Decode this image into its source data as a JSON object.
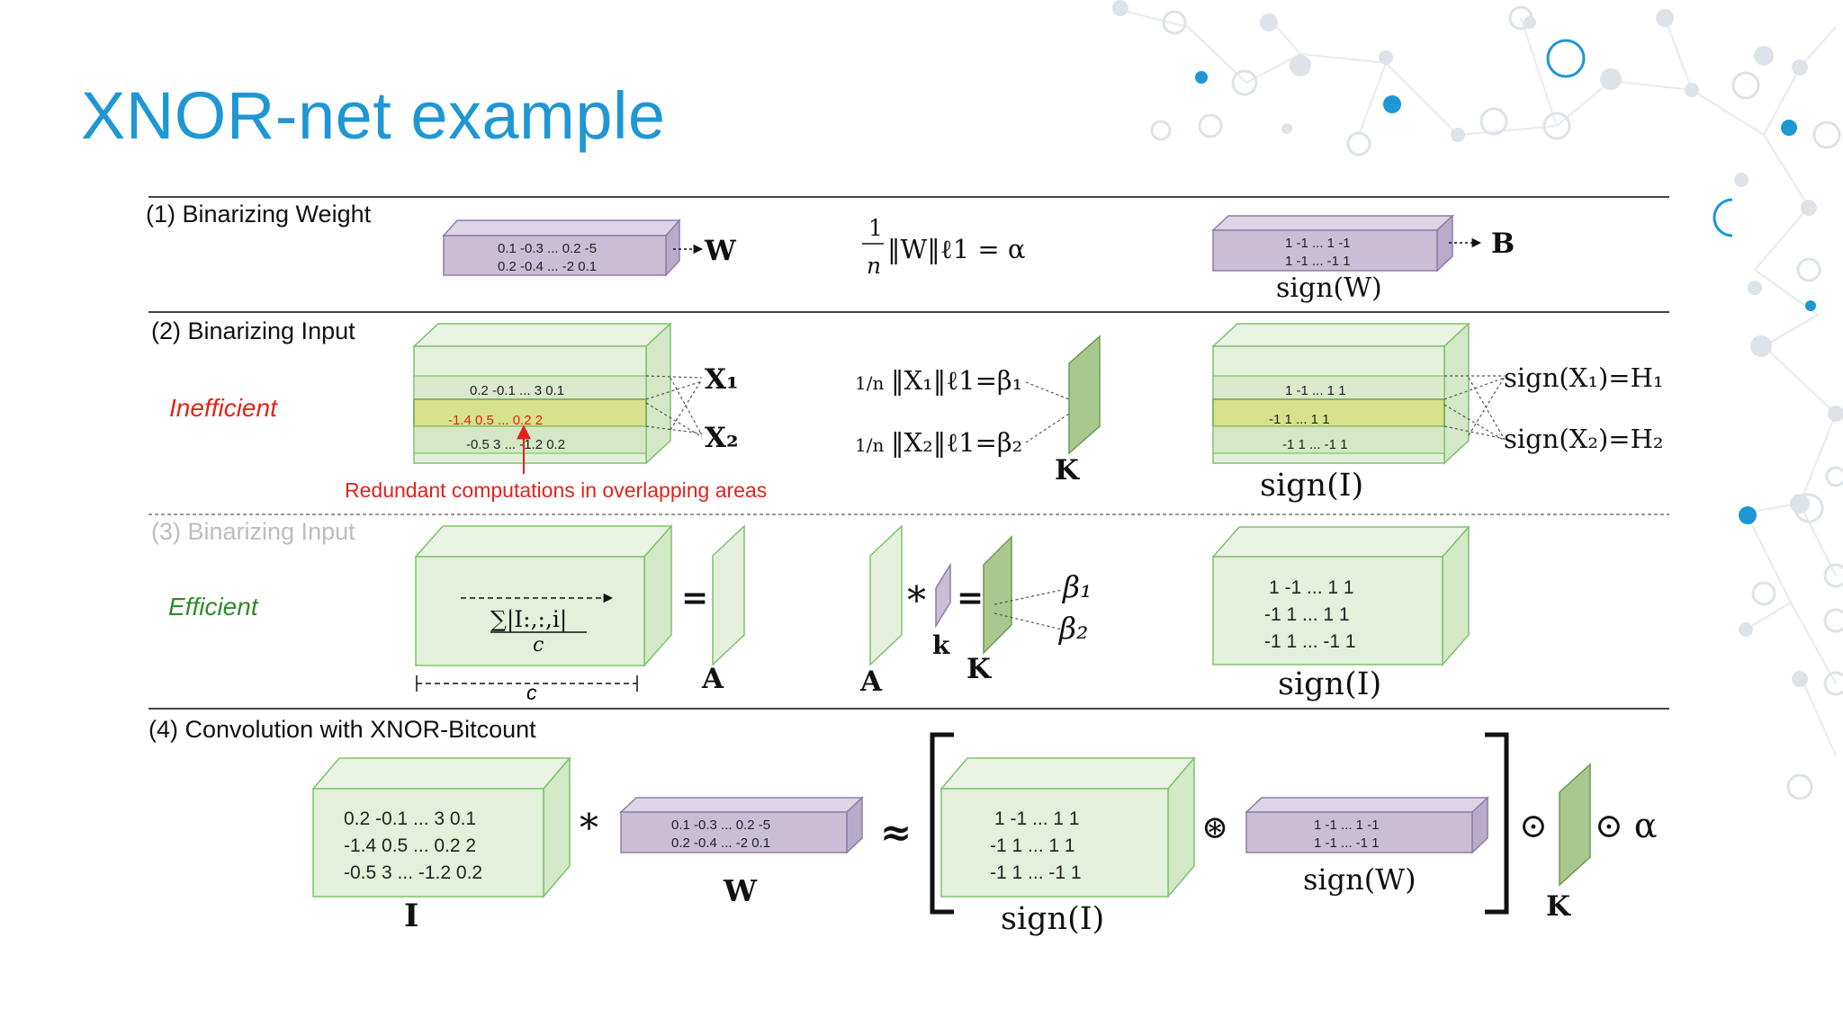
{
  "slide": {
    "title": "XNOR-net example"
  },
  "colors": {
    "title": "#1e97d4",
    "weight_fill": "#c9bed6",
    "input_fill": "#e3f0da",
    "input_edge": "#7cc36b",
    "highlight": "#d8e28a",
    "red": "#e2231a",
    "green": "#3a8d2e"
  },
  "sections": {
    "s1": {
      "label": "(1)  Binarizing Weight",
      "w_row1": "0.1  -0.3  ...  0.2  -5",
      "w_row2": "0.2  -0.4  ...  -2   0.1",
      "w_name": "W",
      "b_row1": "1  -1  ...  1  -1",
      "b_row2": "1  -1  ...  -1  1",
      "b_caption": "sign(W)",
      "b_name": "B",
      "alpha_num": "1",
      "alpha_den": "n",
      "alpha_expr": "‖W‖ℓ1 = α"
    },
    "s2": {
      "label": "(2) Binarizing Input",
      "side": "Inefficient",
      "row1": "0.2  -0.1  ...  3  0.1",
      "row2": "-1.4  0.5  ...  0.2  2",
      "row3": "-0.5  3  ...  -1.2  0.2",
      "x1": "X₁",
      "x2": "X₂",
      "beta1": "‖X₁‖ℓ1=β₁",
      "beta2": "‖X₂‖ℓ1=β₂",
      "k_name": "K",
      "frac": "1/n",
      "s_row1": "1  -1  ...  1  1",
      "s_row2": "-1  1  ...  1  1",
      "s_row3": "-1  1  ...  -1  1",
      "s_caption": "sign(I)",
      "h1": "sign(X₁)=H₁",
      "h2": "sign(X₂)=H₂",
      "note": "Redundant computations in overlapping areas"
    },
    "s3": {
      "label": "(3) Binarizing Input",
      "side": "Efficient",
      "formula": "∑|I:,:,i|",
      "denom": "c",
      "c_label": "c",
      "a_name": "A",
      "eq": "=",
      "star": "*",
      "k_small": "k",
      "k_name": "K",
      "beta1": "β₁",
      "beta2": "β₂",
      "s_row1": "1  -1  ...  1  1",
      "s_row2": "-1   1  ...  1  1",
      "s_row3": "-1   1  ...  -1  1",
      "s_caption": "sign(I)"
    },
    "s4": {
      "label": "(4) Convolution with XNOR-Bitcount",
      "i_row1": "0.2  -0.1  ...  3  0.1",
      "i_row2": "-1.4  0.5  ...  0.2  2",
      "i_row3": "-0.5  3  ...  -1.2  0.2",
      "i_name": "I",
      "star": "*",
      "w_row1": "0.1  -0.3  ...  0.2  -5",
      "w_row2": "0.2  -0.4  ...  -2   0.1",
      "w_name": "W",
      "approx": "≈",
      "s_row1": "1  -1  ...  1  1",
      "s_row2": "-1   1  ...  1  1",
      "s_row3": "-1   1  ...  -1  1",
      "s_caption": "sign(I)",
      "circled": "⊛",
      "b_row1": "1  -1  ...  1  -1",
      "b_row2": "1  -1  ...  -1  1",
      "b_caption": "sign(W)",
      "odot1": "⊙",
      "odot2": "⊙ α",
      "k_name": "K"
    }
  }
}
